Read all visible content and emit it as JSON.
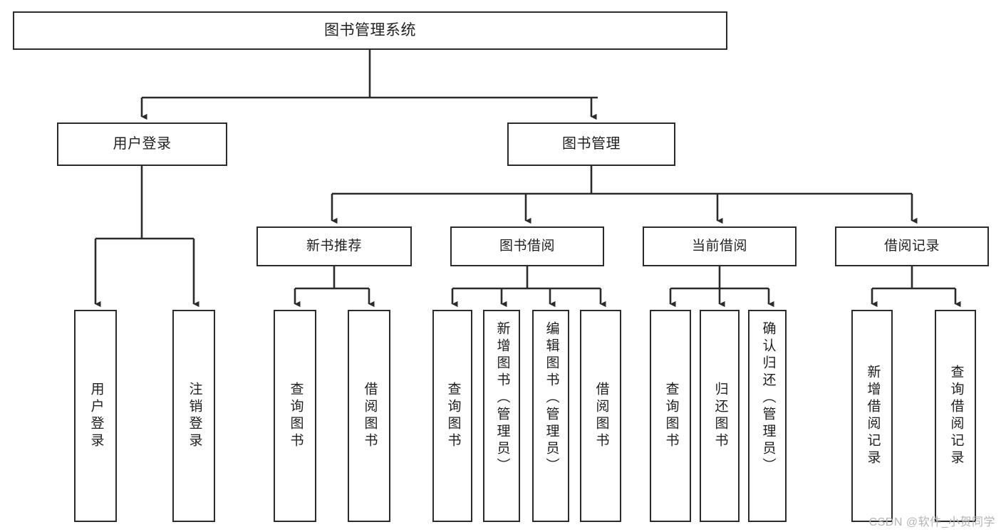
{
  "diagram": {
    "title": "图书管理系统",
    "watermark": "CSDN @软件_小贺同学",
    "stroke_color": "#2b2b2b",
    "fill_color": "#ffffff",
    "text_color": "#1f1f1f",
    "watermark_color": "#b4b4b4",
    "type": "tree-hierarchy",
    "root": {
      "label": "图书管理系统",
      "children": [
        {
          "label": "用户登录",
          "children": [
            {
              "label": "用户登录"
            },
            {
              "label": "注销登录"
            }
          ]
        },
        {
          "label": "图书管理",
          "children": [
            {
              "label": "新书推荐",
              "children": [
                {
                  "label": "查询图书"
                },
                {
                  "label": "借阅图书"
                }
              ]
            },
            {
              "label": "图书借阅",
              "children": [
                {
                  "label": "查询图书"
                },
                {
                  "label": "新增图书（管理员）"
                },
                {
                  "label": "编辑图书（管理员）"
                },
                {
                  "label": "借阅图书"
                }
              ]
            },
            {
              "label": "当前借阅",
              "children": [
                {
                  "label": "查询图书"
                },
                {
                  "label": "归还图书"
                },
                {
                  "label": "确认归还（管理员）"
                }
              ]
            },
            {
              "label": "借阅记录",
              "children": [
                {
                  "label": "新增借阅记录"
                },
                {
                  "label": "查询借阅记录"
                }
              ]
            }
          ]
        }
      ]
    },
    "nodes": {
      "root": {
        "label": "图书管理系统"
      },
      "l2_0": {
        "label": "用户登录"
      },
      "l2_1": {
        "label": "图书管理"
      },
      "l3_0": {
        "label": "新书推荐"
      },
      "l3_1": {
        "label": "图书借阅"
      },
      "l3_2": {
        "label": "当前借阅"
      },
      "l3_3": {
        "label": "借阅记录"
      },
      "leaf_a0": {
        "label": "用户登录"
      },
      "leaf_a1": {
        "label": "注销登录"
      },
      "leaf_b0": {
        "label": "查询图书"
      },
      "leaf_b1": {
        "label": "借阅图书"
      },
      "leaf_c0": {
        "label": "查询图书"
      },
      "leaf_c1": {
        "label": "新增图书（管理员）"
      },
      "leaf_c2": {
        "label": "编辑图书（管理员）"
      },
      "leaf_c3": {
        "label": "借阅图书"
      },
      "leaf_d0": {
        "label": "查询图书"
      },
      "leaf_d1": {
        "label": "归还图书"
      },
      "leaf_d2": {
        "label": "确认归还（管理员）"
      },
      "leaf_e0": {
        "label": "新增借阅记录"
      },
      "leaf_e1": {
        "label": "查询借阅记录"
      }
    }
  }
}
